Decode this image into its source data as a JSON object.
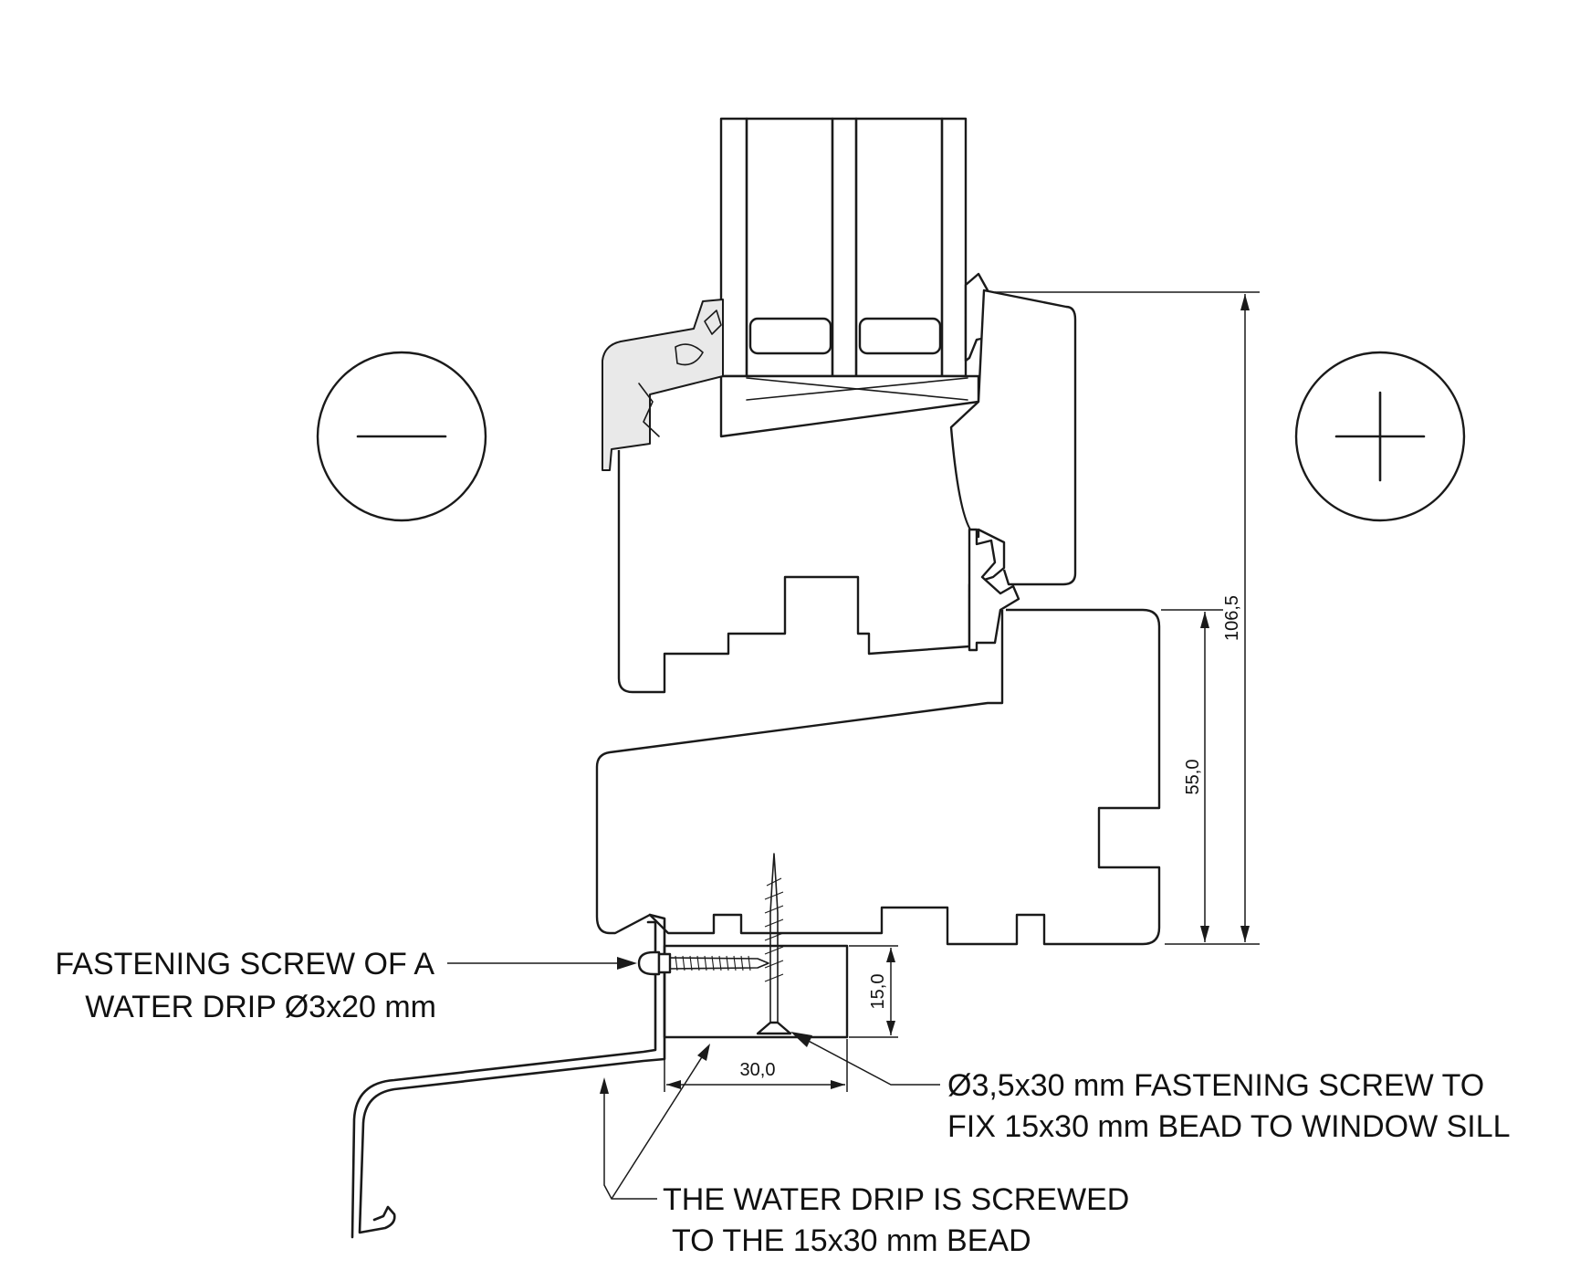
{
  "symbols": {
    "minus_side": "−",
    "plus_side": "+"
  },
  "dimensions": {
    "frame_height": "106,5",
    "sill_height": "55,0",
    "bead_height": "15,0",
    "bead_width": "30,0"
  },
  "labels": {
    "drip_screw_line1": "FASTENING SCREW OF A",
    "drip_screw_line2": "WATER DRIP Ø3x20 mm",
    "bead_screw_line1": "Ø3,5x30 mm FASTENING SCREW TO",
    "bead_screw_line2": "FIX 15x30 mm BEAD TO WINDOW SILL",
    "drip_note_line1": "THE WATER DRIP IS SCREWED",
    "drip_note_line2": "TO THE 15x30 mm BEAD"
  }
}
